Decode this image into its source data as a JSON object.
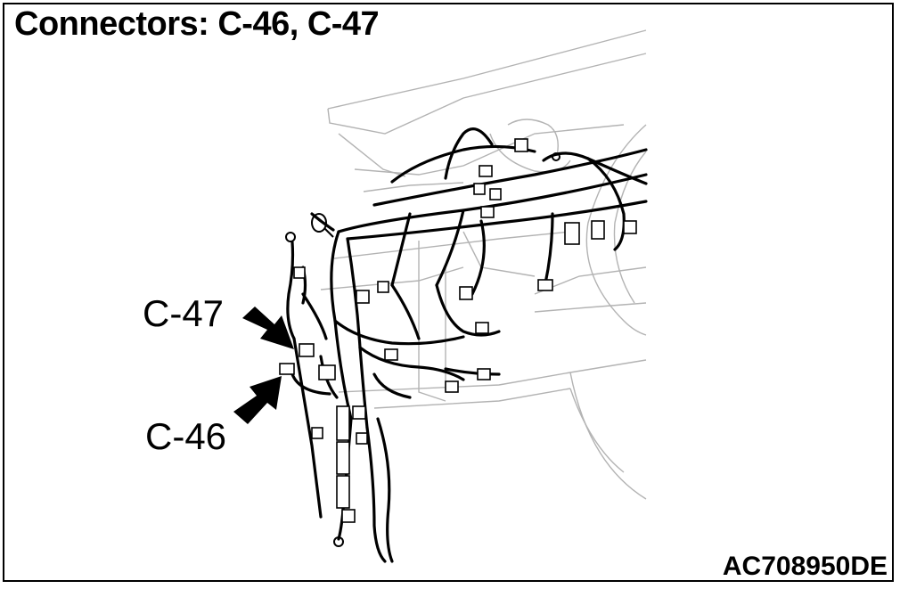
{
  "title": "Connectors: C-46, C-47",
  "labels": {
    "c47": "C-47",
    "c46": "C-46"
  },
  "figure_code": "AC708950DE",
  "colors": {
    "ink": "#000000",
    "outline_gray": "#b3b3b3",
    "background": "#ffffff"
  }
}
